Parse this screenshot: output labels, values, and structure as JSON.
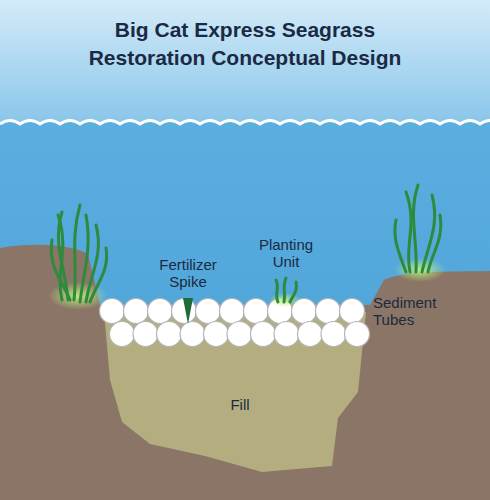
{
  "diagram": {
    "title": "Big Cat Express Seagrass Restoration Conceptual Design",
    "labels": [
      "Fertilizer Spike",
      "Planting Unit",
      "Sediment Tubes",
      "Fill"
    ]
  }
}
